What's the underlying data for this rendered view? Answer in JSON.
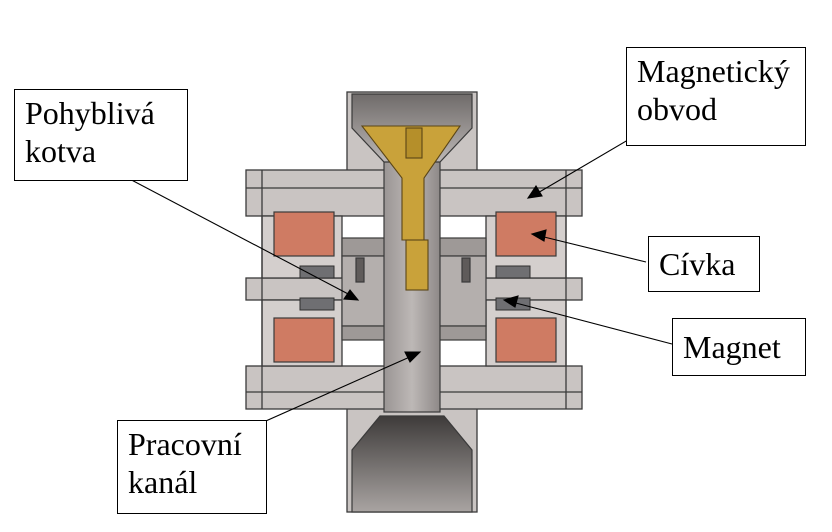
{
  "labels": {
    "moving_armature": "Pohyblivá\nkotva",
    "magnetic_circuit": "Magnetický\nobvod",
    "coil": "Cívka",
    "magnet": "Magnet",
    "working_channel": "Pracovní\nkanál"
  },
  "colors": {
    "body": "#c9c4c2",
    "body_dark": "#8a8482",
    "coil": "#cf7b63",
    "magnet": "#6f6f72",
    "valve_cone": "#c9a23a",
    "outline": "#3a3a3a"
  }
}
